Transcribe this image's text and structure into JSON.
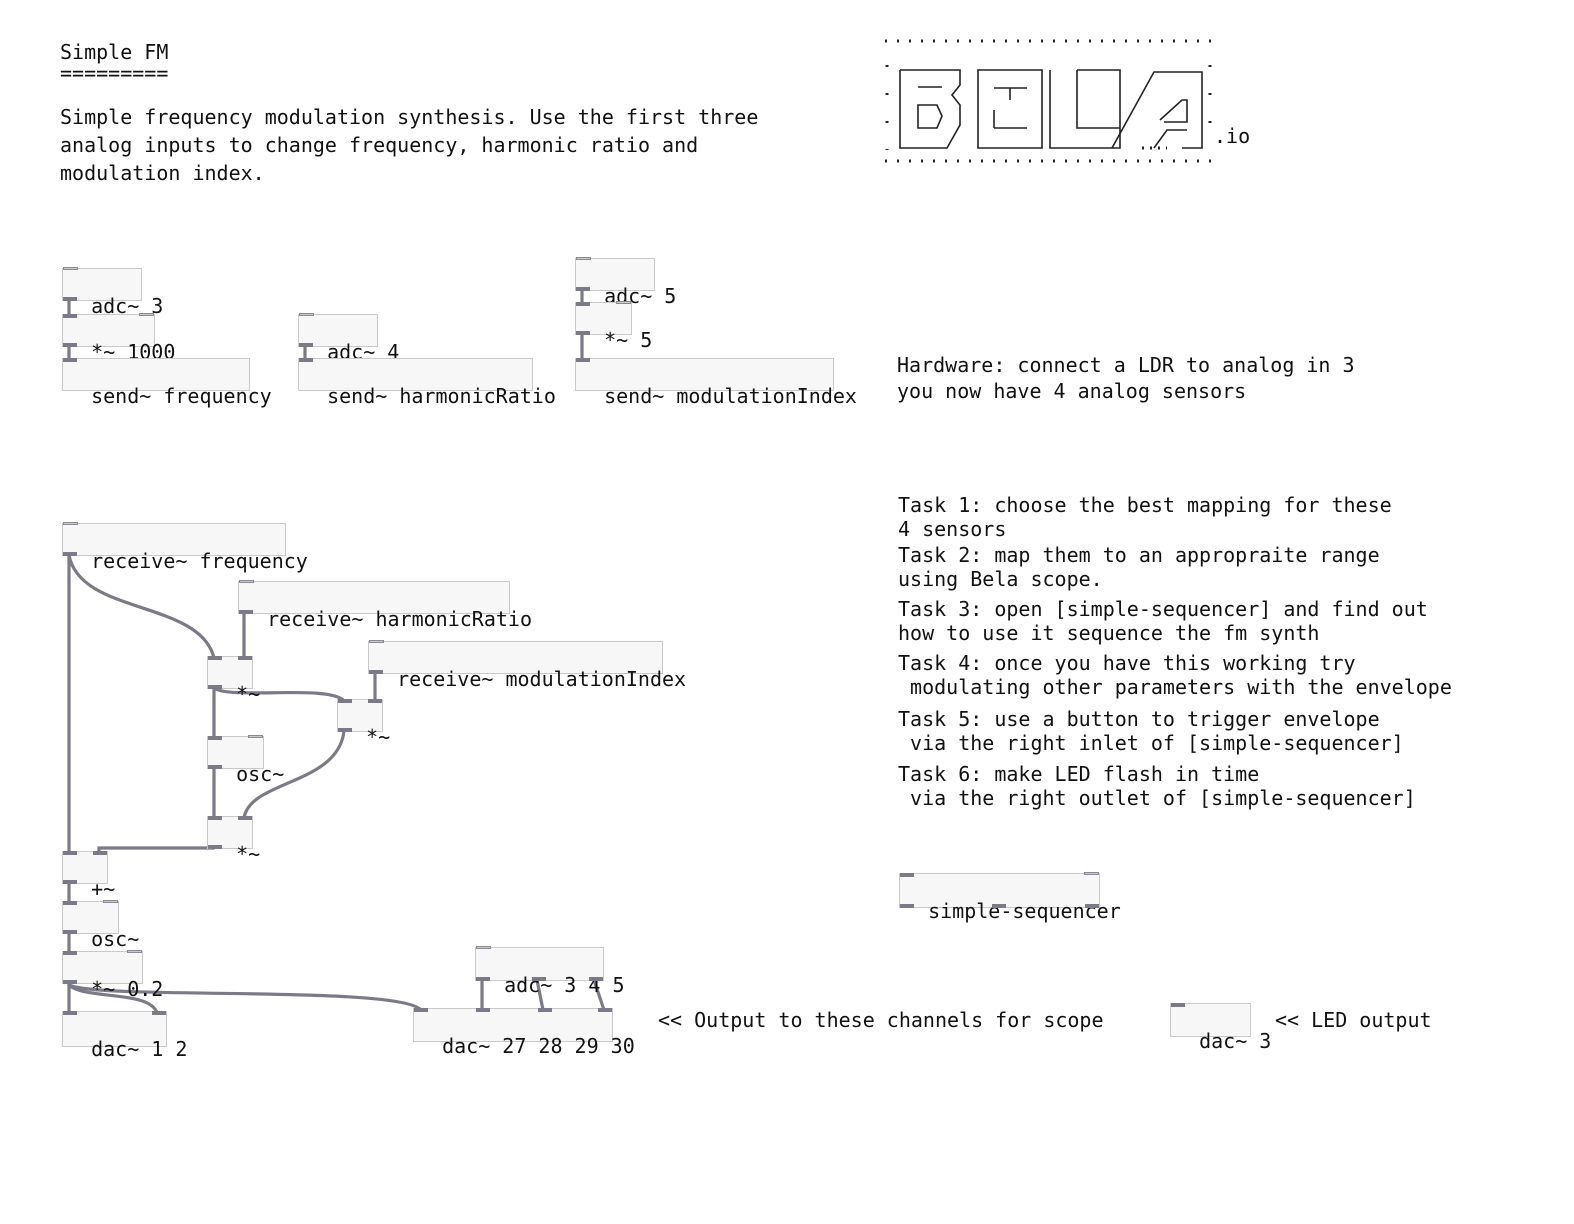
{
  "header": {
    "title": "Simple FM",
    "underline": "=========",
    "description": "Simple frequency modulation synthesis. Use the first three\nanalog inputs to change frequency, harmonic ratio and\nmodulation index."
  },
  "logo": {
    "suffix": ".io"
  },
  "hardware_note": "Hardware: connect a LDR to analog in 3\nyou now have 4 analog sensors",
  "tasks": [
    "Task 1: choose the best mapping for these\n4 sensors",
    "Task 2: map them to an appropraite range\nusing Bela scope.",
    "Task 3: open [simple-sequencer] and find out\nhow to use it sequence the fm synth",
    "Task 4: once you have this working try\n modulating other parameters with the envelope",
    "Task 5: use a button to trigger envelope\n via the right inlet of [simple-sequencer]",
    "Task 6: make LED flash in time\n via the right outlet of [simple-sequencer]"
  ],
  "objects": {
    "adc3": "adc~ 3",
    "mul1000": "*~ 1000",
    "send_freq": "send~ frequency",
    "adc4": "adc~ 4",
    "send_harm": "send~ harmonicRatio",
    "adc5": "adc~ 5",
    "mul5": "*~ 5",
    "send_mod": "send~ modulationIndex",
    "recv_freq": "receive~ frequency",
    "recv_harm": "receive~ harmonicRatio",
    "recv_mod": "receive~ modulationIndex",
    "mul_a": "*~",
    "mul_b": "*~",
    "osc_mod": "osc~",
    "mul_c": "*~",
    "add": "+~",
    "osc_car": "osc~",
    "mul02": "*~ 0.2",
    "dac12": "dac~ 1 2",
    "adc345": "adc~ 3 4 5",
    "dac_scope": "dac~ 27 28 29 30",
    "sequencer": "simple-sequencer",
    "dac_led": "dac~ 3"
  },
  "comments": {
    "scope_output": "<< Output to these channels for scope",
    "led_output": "<< LED output"
  }
}
